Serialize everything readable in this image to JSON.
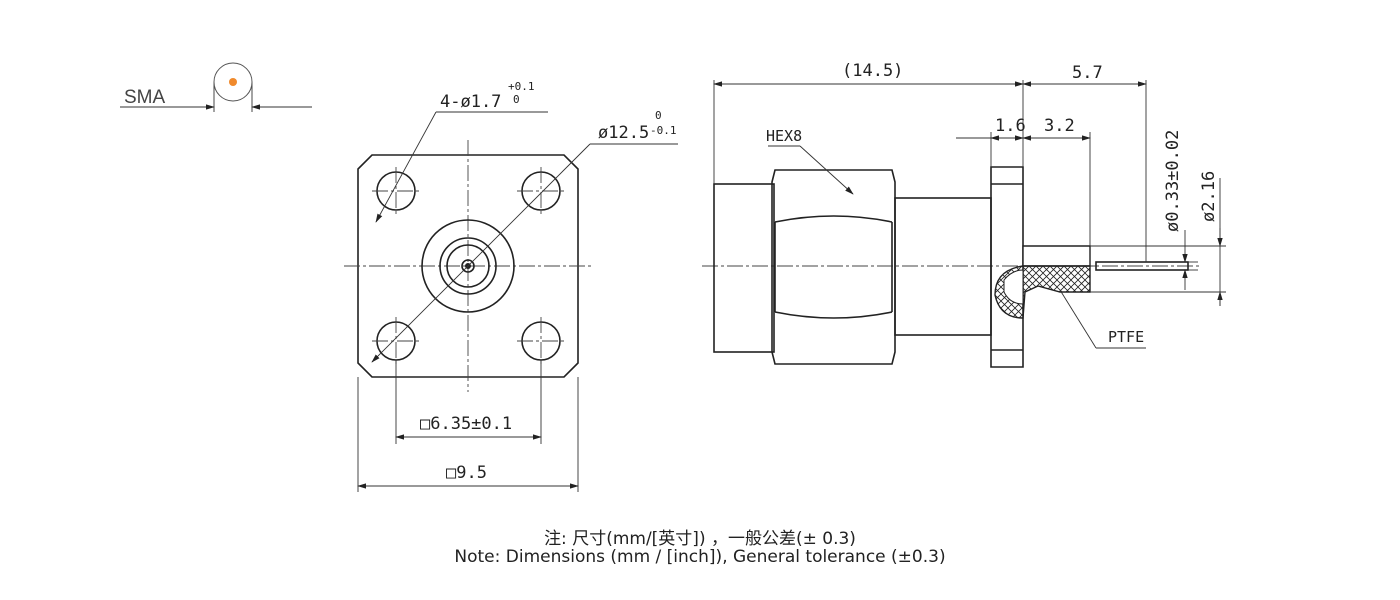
{
  "connector": {
    "type_label": "SMA",
    "pin_color": "#f08a2c"
  },
  "front_view": {
    "hole_callout_main": "4-ø1.7",
    "hole_callout_upper": "+0.1",
    "hole_callout_lower": "0",
    "flange_dia_main": "ø12.5",
    "flange_dia_upper": "0",
    "flange_dia_lower": "-0.1",
    "hole_spacing": "□6.35±0.1",
    "flange_size": "□9.5"
  },
  "side_view": {
    "overall_length": "(14.5)",
    "pin_length": "5.7",
    "flange_thickness": "1.6",
    "dielectric_length": "3.2",
    "hex_label": "HEX8",
    "pin_dia": "ø0.33±0.02",
    "dielectric_dia": "ø2.16",
    "ptfe_label": "PTFE"
  },
  "notes": {
    "chinese": "注: 尺寸(mm/[英寸]) ，一般公差(± 0.3)",
    "english": "Note: Dimensions (mm / [inch]), General tolerance (±0.3)"
  }
}
